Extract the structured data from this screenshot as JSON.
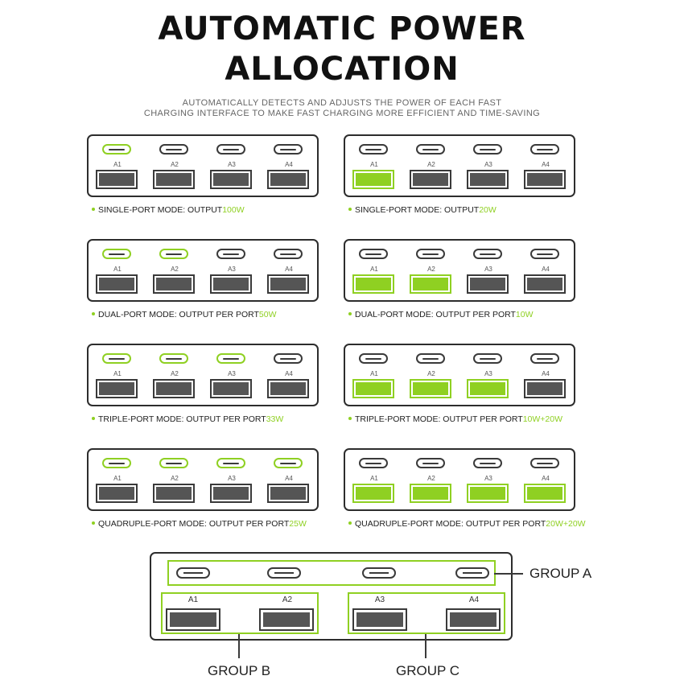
{
  "title_line1": "AUTOMATIC POWER",
  "title_line2": "ALLOCATION",
  "subtitle_line1": "AUTOMATICALLY DETECTS AND ADJUSTS THE POWER OF EACH FAST",
  "subtitle_line2": "CHARGING INTERFACE TO MAKE FAST CHARGING MORE EFFICIENT AND TIME-SAVING",
  "port_labels": [
    "A1",
    "A2",
    "A3",
    "A4"
  ],
  "accent_color": "#8fd022",
  "usb_c_modes": [
    {
      "label": "SINGLE-PORT MODE: OUTPUT",
      "wattage": "100W",
      "active_ports": 1
    },
    {
      "label": "DUAL-PORT MODE: OUTPUT PER PORT",
      "wattage": "50W",
      "active_ports": 2
    },
    {
      "label": "TRIPLE-PORT MODE: OUTPUT PER PORT",
      "wattage": "33W",
      "active_ports": 3
    },
    {
      "label": "QUADRUPLE-PORT MODE: OUTPUT PER PORT",
      "wattage": "25W",
      "active_ports": 4
    }
  ],
  "usb_a_modes": [
    {
      "label": "SINGLE-PORT MODE: OUTPUT",
      "wattage": "20W",
      "active_ports": 1
    },
    {
      "label": "DUAL-PORT MODE: OUTPUT PER PORT",
      "wattage": "10W",
      "active_ports": 2
    },
    {
      "label": "TRIPLE-PORT MODE: OUTPUT PER PORT",
      "wattage": "10W+20W",
      "active_ports": 3
    },
    {
      "label": "QUADRUPLE-PORT MODE: OUTPUT PER PORT",
      "wattage": "20W+20W",
      "active_ports": 4
    }
  ],
  "groups": {
    "group_a": "GROUP A",
    "group_b": "GROUP B",
    "group_c": "GROUP C"
  }
}
